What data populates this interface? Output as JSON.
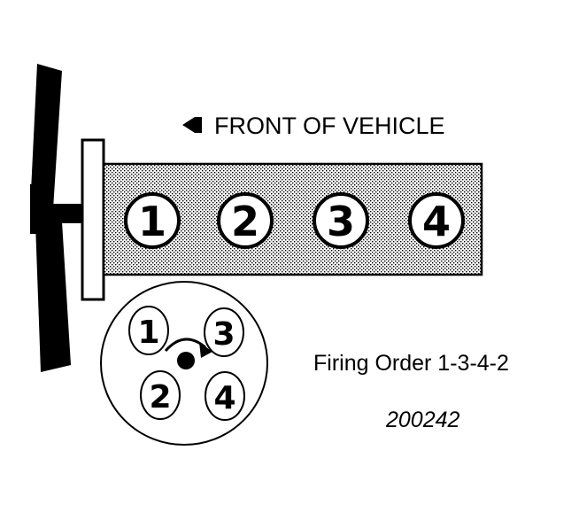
{
  "front_label": "FRONT OF VEHICLE",
  "engine": {
    "cylinders": [
      "1",
      "2",
      "3",
      "4"
    ]
  },
  "distributor": {
    "terminals": [
      "1",
      "3",
      "2",
      "4"
    ]
  },
  "firing_order_label": "Firing Order 1-3-4-2",
  "figure_number": "200242",
  "icons": {
    "front_arrow": "left-arrow-icon",
    "rotation_arrow": "clockwise-arrow-icon"
  },
  "colors": {
    "ink": "#000000",
    "paper": "#ffffff"
  }
}
